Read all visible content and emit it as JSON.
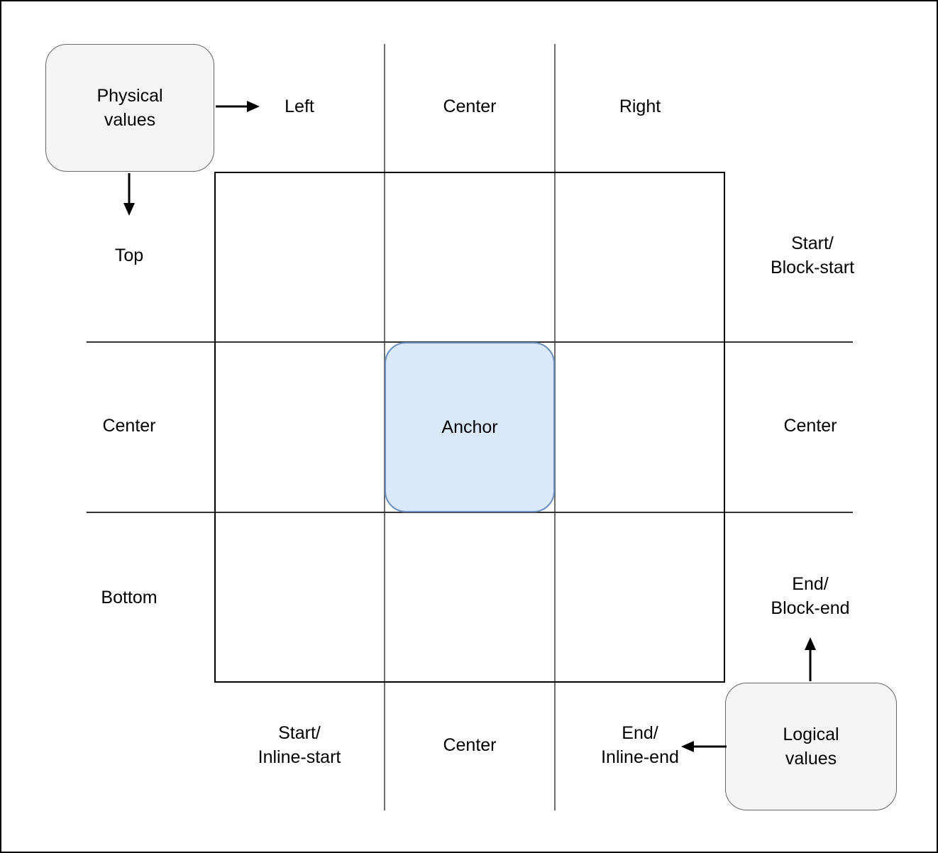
{
  "diagram": {
    "description": "Grid diagram mapping physical position values to logical position values around a central anchor",
    "anchor": {
      "label": "Anchor",
      "fill_color": "#dae8fc",
      "border_color": "#6c8ebf"
    },
    "physical": {
      "legend_label": "Physical\nvalues",
      "top_row": [
        "Left",
        "Center",
        "Right"
      ],
      "left_column": [
        "Top",
        "Center",
        "Bottom"
      ]
    },
    "logical": {
      "legend_label": "Logical\nvalues",
      "right_column": [
        "Start/\nBlock-start",
        "Center",
        "End/\nBlock-end"
      ],
      "bottom_row": [
        "Start/\nInline-start",
        "Center",
        "End/\nInline-end"
      ]
    },
    "colors": {
      "legend_fill": "#f5f5f5",
      "legend_border": "#666666",
      "grid_line_horizontal": "#333333",
      "grid_line_vertical": "#6e6e6e",
      "inner_box_border": "#000000",
      "outer_frame": "#000000",
      "text": "#000000"
    }
  }
}
